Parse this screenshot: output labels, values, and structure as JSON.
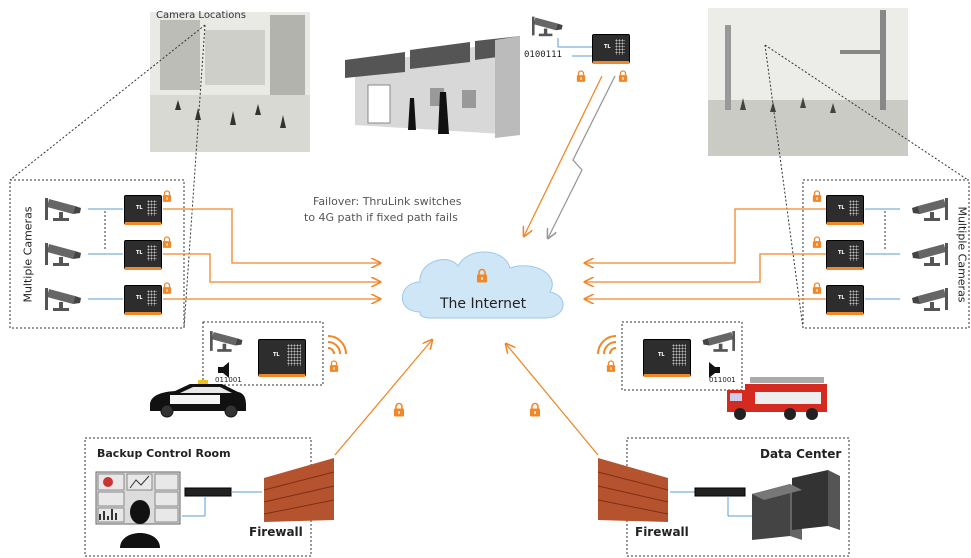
{
  "labels": {
    "camera_locations": "Camera Locations",
    "binary_top": "0100111",
    "failover_line1": "Failover: ThruLink switches",
    "failover_line2": "to 4G path if fixed path fails",
    "internet": "The Internet",
    "multiple_cameras_left": "Multiple Cameras",
    "multiple_cameras_right": "Multiple Cameras",
    "binary_left": "011001",
    "binary_right": "011001",
    "backup_control_room": "Backup Control Room",
    "firewall_left": "Firewall",
    "data_center": "Data Center",
    "firewall_right": "Firewall",
    "device_tag": "TL"
  },
  "colors": {
    "accent_orange": "#f0882a",
    "cloud_fill": "#cfe6f7",
    "link_blue": "#5b9bd5",
    "wireless_gray": "#999999",
    "brick": "#b5532f"
  },
  "icons": [
    "security-camera-icon",
    "lock-icon",
    "speaker-icon",
    "wifi-signal-icon",
    "cloud-icon",
    "brick-wall-icon",
    "server-rack-icon",
    "police-car-icon",
    "fire-truck-icon",
    "monitor-wall-icon"
  ]
}
